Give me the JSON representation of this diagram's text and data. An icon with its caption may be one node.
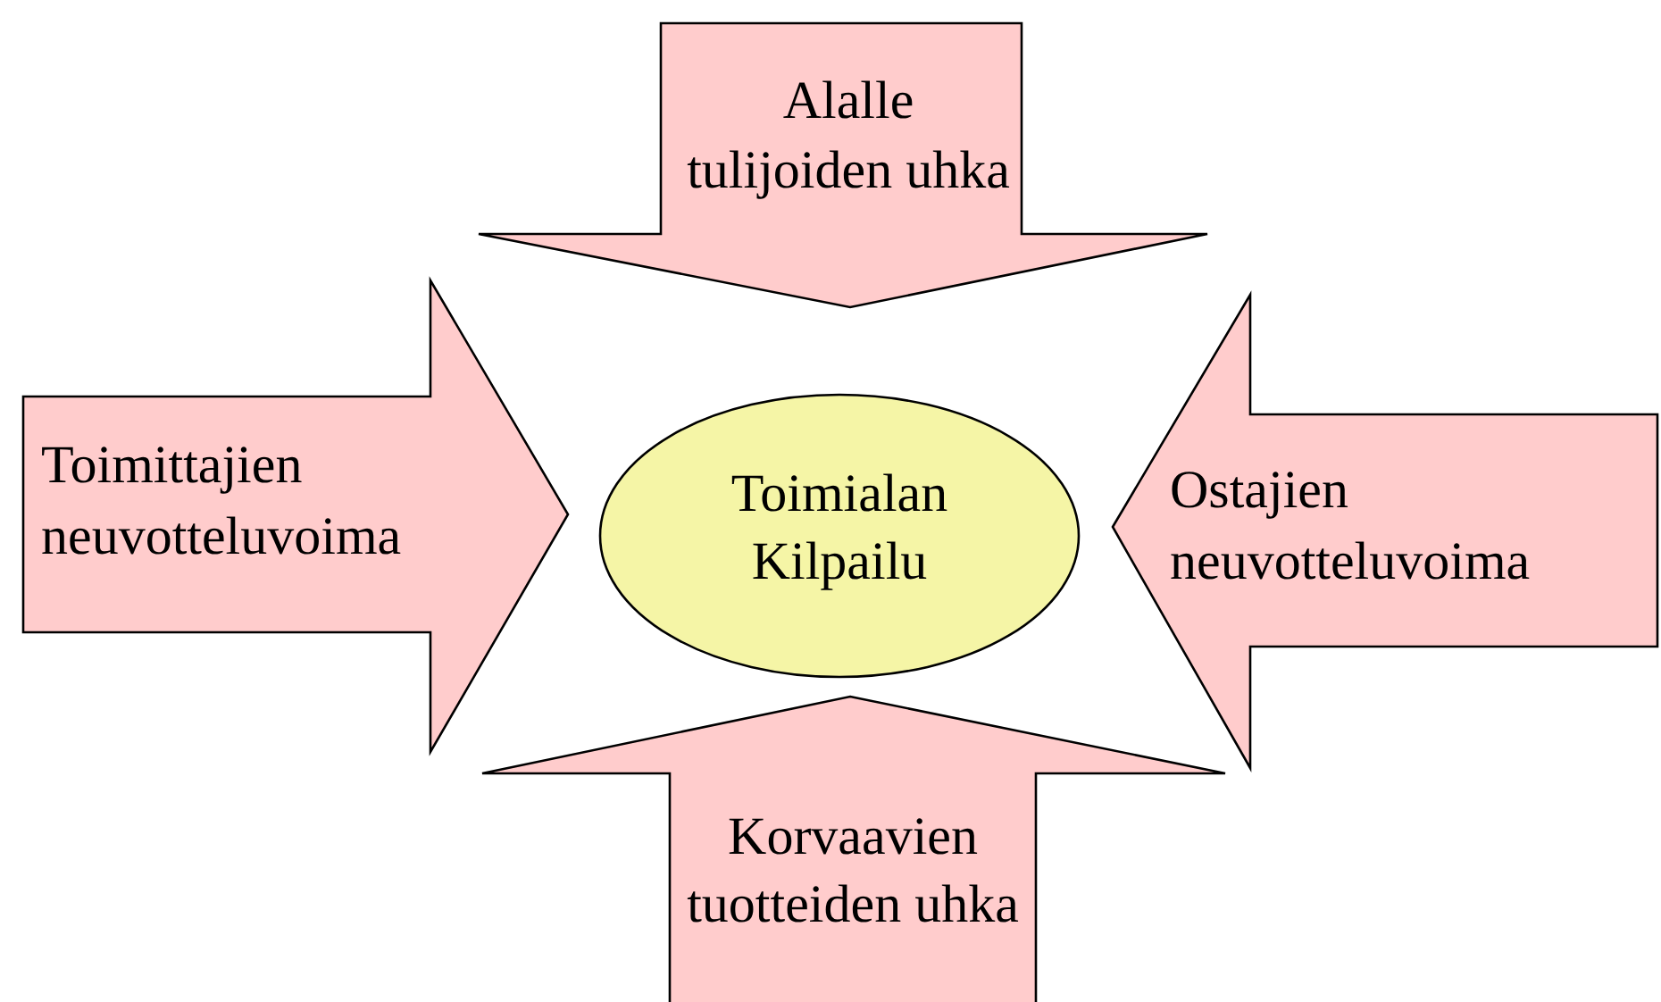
{
  "diagram": {
    "nodes": [
      {
        "text": [
          "Alalle tulijoiden uhka"
        ]
      },
      {
        "text": [
          "Toimittajien neuvotteluvoima"
        ]
      },
      {
        "text": [
          "Toimialan Kilpailu"
        ]
      },
      {
        "text": [
          "Ostajien neuvotteluvoima"
        ]
      },
      {
        "text": [
          "Korvaavien tuotteiden uhka"
        ]
      }
    ],
    "edges": []
  }
}
